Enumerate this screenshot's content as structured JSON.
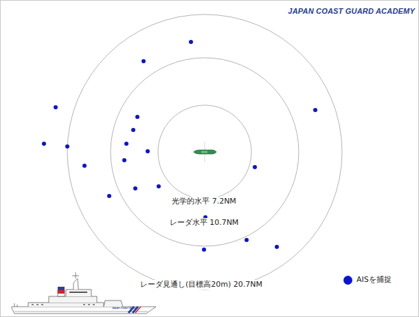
{
  "diagram": {
    "labels": [
      "JAPAN COAST GUARD ACADEMY",
      "光学的水平 7.2NM",
      "レーダ水平 10.7NM",
      "レーダ見通し(目標高20m) 20.7NM",
      "Japan Coast Guard"
    ],
    "legend": [
      {
        "text": "AISを捕捉",
        "color": "#0a14d2"
      }
    ]
  }
}
